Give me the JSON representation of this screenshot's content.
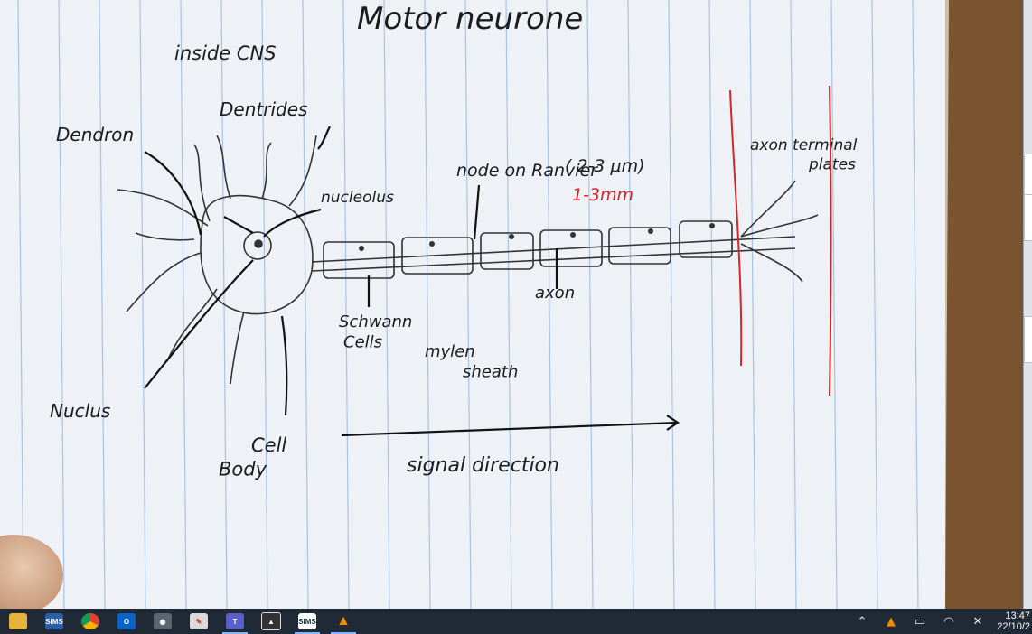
{
  "photo": {
    "title": "Motor neurone",
    "labels": {
      "inside_cns": "inside CNS",
      "dendron": "Dendron",
      "dentrides": "Dentrides",
      "nucleolus": "nucleolus",
      "node_of_ranvier": "node on Ranvier",
      "gap_size": "( 2-3 μm)",
      "internode_length": "1-3mm",
      "axon_terminal": "axon terminal plates",
      "axon": "axon",
      "schwann_cells": "Schwann Cells",
      "myelin_sheath": "mylen sheath",
      "nucleus": "Nuclus",
      "cell_body": "Cell Body",
      "signal_direction": "signal direction"
    },
    "colors": {
      "ink": "#1b1b1b",
      "red_ink": "#d0282c",
      "rule_line": "#a9c3e6",
      "paper": "#f2f4f7"
    }
  },
  "taskbar": {
    "apps": [
      {
        "name": "file-explorer",
        "icon": "folder-icon",
        "label": ""
      },
      {
        "name": "sims",
        "icon": "sims-icon",
        "label": "SIMS"
      },
      {
        "name": "chrome",
        "icon": "chrome-icon",
        "label": ""
      },
      {
        "name": "outlook",
        "icon": "outlook-icon",
        "label": "O"
      },
      {
        "name": "camera",
        "icon": "camera-icon",
        "label": ""
      },
      {
        "name": "paint",
        "icon": "paint-icon",
        "label": ""
      },
      {
        "name": "teams",
        "icon": "teams-icon",
        "label": "T"
      },
      {
        "name": "photos",
        "icon": "photos-icon",
        "label": ""
      },
      {
        "name": "sims-2",
        "icon": "sims-icon",
        "label": "SIMS"
      },
      {
        "name": "vlc",
        "icon": "vlc-icon",
        "label": ""
      }
    ],
    "tray": {
      "icons": [
        "chevron-up-icon",
        "vlc-tray-icon",
        "battery-icon",
        "wifi-icon",
        "mute-icon"
      ],
      "time": "13:47",
      "date": "22/10/2"
    }
  }
}
